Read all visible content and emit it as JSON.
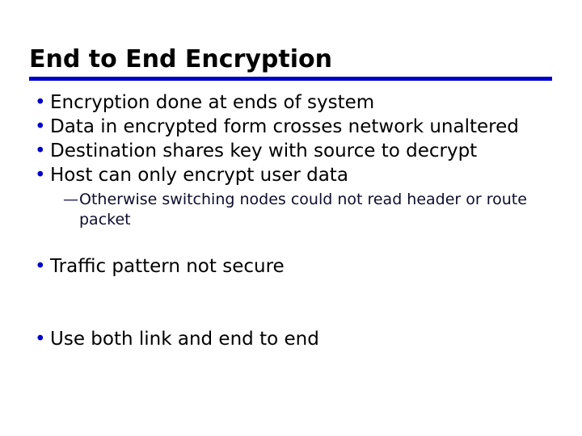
{
  "slide": {
    "title": "End to End Encryption",
    "rule_color": "#0000cc",
    "background_color": "#ffffff",
    "bullet_color": "#0000cc",
    "text_color": "#000000",
    "subtext_color": "#0d0d2e",
    "bullet_glyph": "•",
    "subbullet_glyph": "—",
    "bullets": [
      {
        "text": "Encryption done at ends of system"
      },
      {
        "text": "Data in encrypted form crosses network unaltered"
      },
      {
        "text": "Destination shares key with source to decrypt"
      },
      {
        "text": "Host can only encrypt user data"
      },
      {
        "text": "Traffic pattern not secure"
      },
      {
        "text": "Use both link and end to end"
      }
    ],
    "subbullets": [
      {
        "text": "Otherwise switching nodes could not read header or route packet"
      }
    ]
  }
}
